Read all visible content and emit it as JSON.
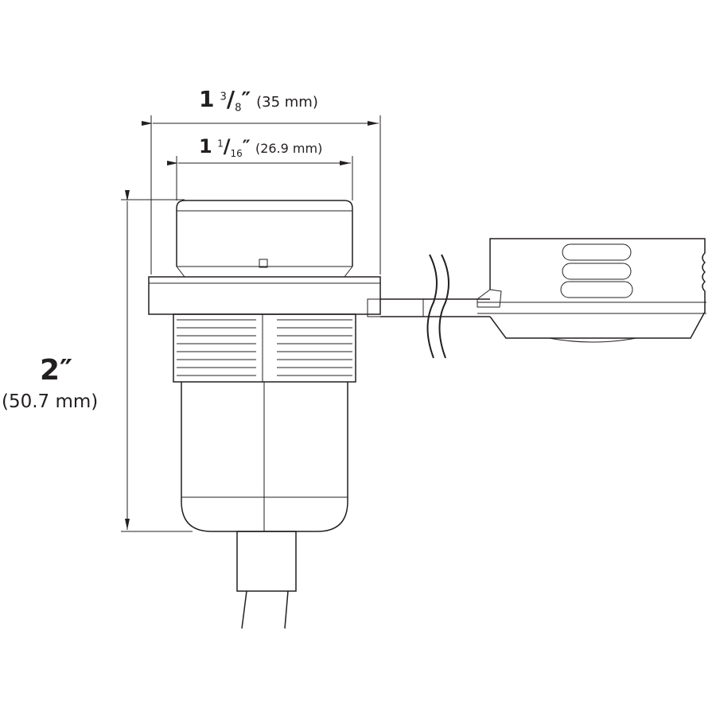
{
  "dimensions": {
    "outer_width": {
      "whole": "1",
      "num": "3",
      "den": "8",
      "unit": "″",
      "metric": "(35 mm)"
    },
    "inner_width": {
      "whole": "1",
      "num": "1",
      "den": "16",
      "unit": "″",
      "metric": "(26.9 mm)"
    },
    "height": {
      "imperial": "2″",
      "metric": "(50.7 mm)"
    }
  },
  "colors": {
    "line": "#231f20",
    "background": "#ffffff"
  }
}
